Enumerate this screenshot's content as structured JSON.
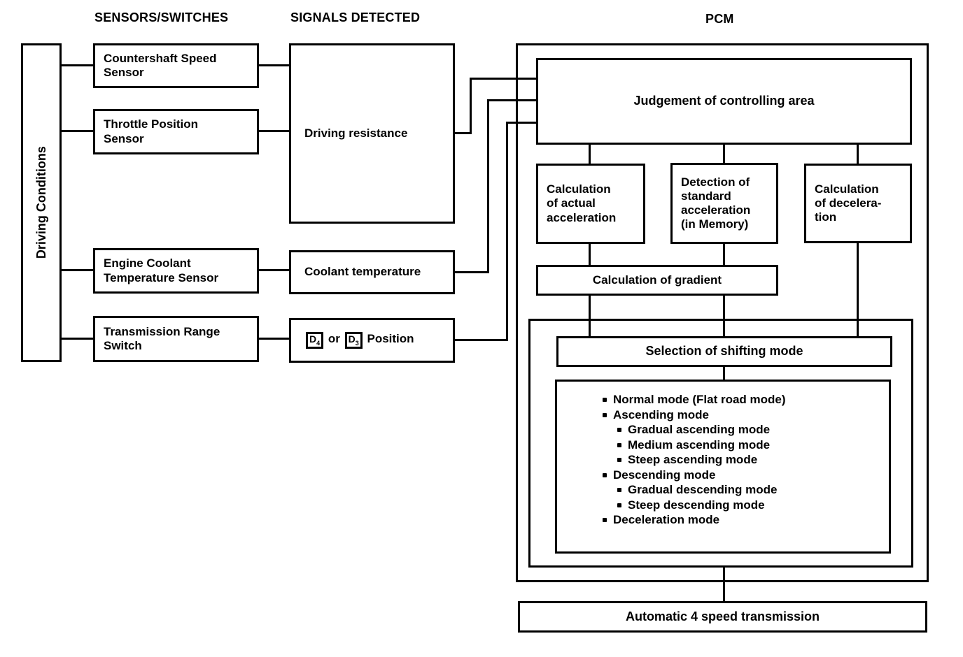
{
  "diagram": {
    "column_headers": {
      "sensors_switches": "SENSORS/SWITCHES",
      "signals_detected": "SIGNALS DETECTED",
      "pcm": "PCM"
    },
    "driving_conditions_label": "Driving Conditions",
    "sensor_boxes": {
      "countershaft": "Countershaft Speed\nSensor",
      "throttle": "Throttle Position\nSensor",
      "coolant": "Engine Coolant\nTemperature Sensor",
      "range": "Transmission Range\nSwitch"
    },
    "signal_boxes": {
      "driving_resistance": "Driving resistance",
      "coolant_temperature": "Coolant temperature",
      "position": {
        "d4_letter": "D",
        "d4_sub": "4",
        "or_word": "or",
        "d3_letter": "D",
        "d3_sub": "3",
        "suffix": "Position"
      }
    },
    "pcm_boxes": {
      "judgement": "Judgement of controlling area",
      "calc_actual": "Calculation\nof actual\nacceleration",
      "detect_standard": "Detection of\nstandard\nacceleration\n(in Memory)",
      "calc_decel": "Calculation\nof decelera-\ntion",
      "calc_gradient": "Calculation of gradient",
      "selection_header": "Selection of shifting mode",
      "modes": [
        {
          "label": "Normal mode (Flat road mode)",
          "level": 1
        },
        {
          "label": "Ascending mode",
          "level": 1
        },
        {
          "label": "Gradual ascending mode",
          "level": 2
        },
        {
          "label": "Medium ascending mode",
          "level": 2
        },
        {
          "label": "Steep ascending mode",
          "level": 2
        },
        {
          "label": "Descending mode",
          "level": 1
        },
        {
          "label": "Gradual descending mode",
          "level": 2
        },
        {
          "label": "Steep descending mode",
          "level": 2
        },
        {
          "label": "Deceleration mode",
          "level": 1
        }
      ]
    },
    "output_box": "Automatic 4 speed transmission",
    "colors": {
      "line": "#000000",
      "background": "#ffffff"
    }
  }
}
